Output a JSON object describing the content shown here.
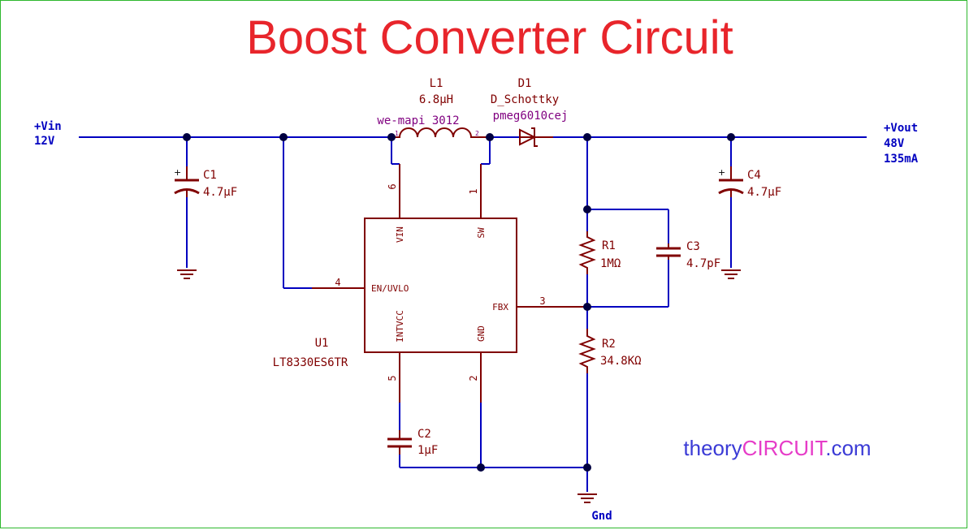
{
  "title": "Boost Converter Circuit",
  "ports": {
    "vin_name": "+Vin",
    "vin_value": "12V",
    "vout_name": "+Vout",
    "vout_voltage": "48V",
    "vout_current": "135mA",
    "gnd_name": "Gnd"
  },
  "components": {
    "c1": {
      "ref": "C1",
      "value": "4.7µF"
    },
    "c2": {
      "ref": "C2",
      "value": "1µF"
    },
    "c3": {
      "ref": "C3",
      "value": "4.7pF"
    },
    "c4": {
      "ref": "C4",
      "value": "4.7µF"
    },
    "l1": {
      "ref": "L1",
      "value": "6.8µH",
      "part": "we-mapi 3012",
      "pin1": "1",
      "pin2": "2"
    },
    "d1": {
      "ref": "D1",
      "value": "D_Schottky",
      "part": "pmeg6010cej"
    },
    "r1": {
      "ref": "R1",
      "value": "1MΩ"
    },
    "r2": {
      "ref": "R2",
      "value": "34.8KΩ"
    },
    "u1": {
      "ref": "U1",
      "part": "LT8330ES6TR",
      "pins": {
        "vin": "VIN",
        "sw": "SW",
        "en": "EN/UVLO",
        "fbx": "FBX",
        "intvcc": "INTVCC",
        "gnd": "GND",
        "n1": "1",
        "n2": "2",
        "n3": "3",
        "n4": "4",
        "n5": "5",
        "n6": "6"
      }
    }
  },
  "watermark": {
    "part1": "theory",
    "part2": "CIRCUIT",
    "part3": ".com",
    "color1": "#3b3bd6",
    "color2": "#e63cc8"
  },
  "colors": {
    "wire": "#0000c0",
    "component": "#800000",
    "title": "#e8252b",
    "frame": "#2db82d"
  }
}
